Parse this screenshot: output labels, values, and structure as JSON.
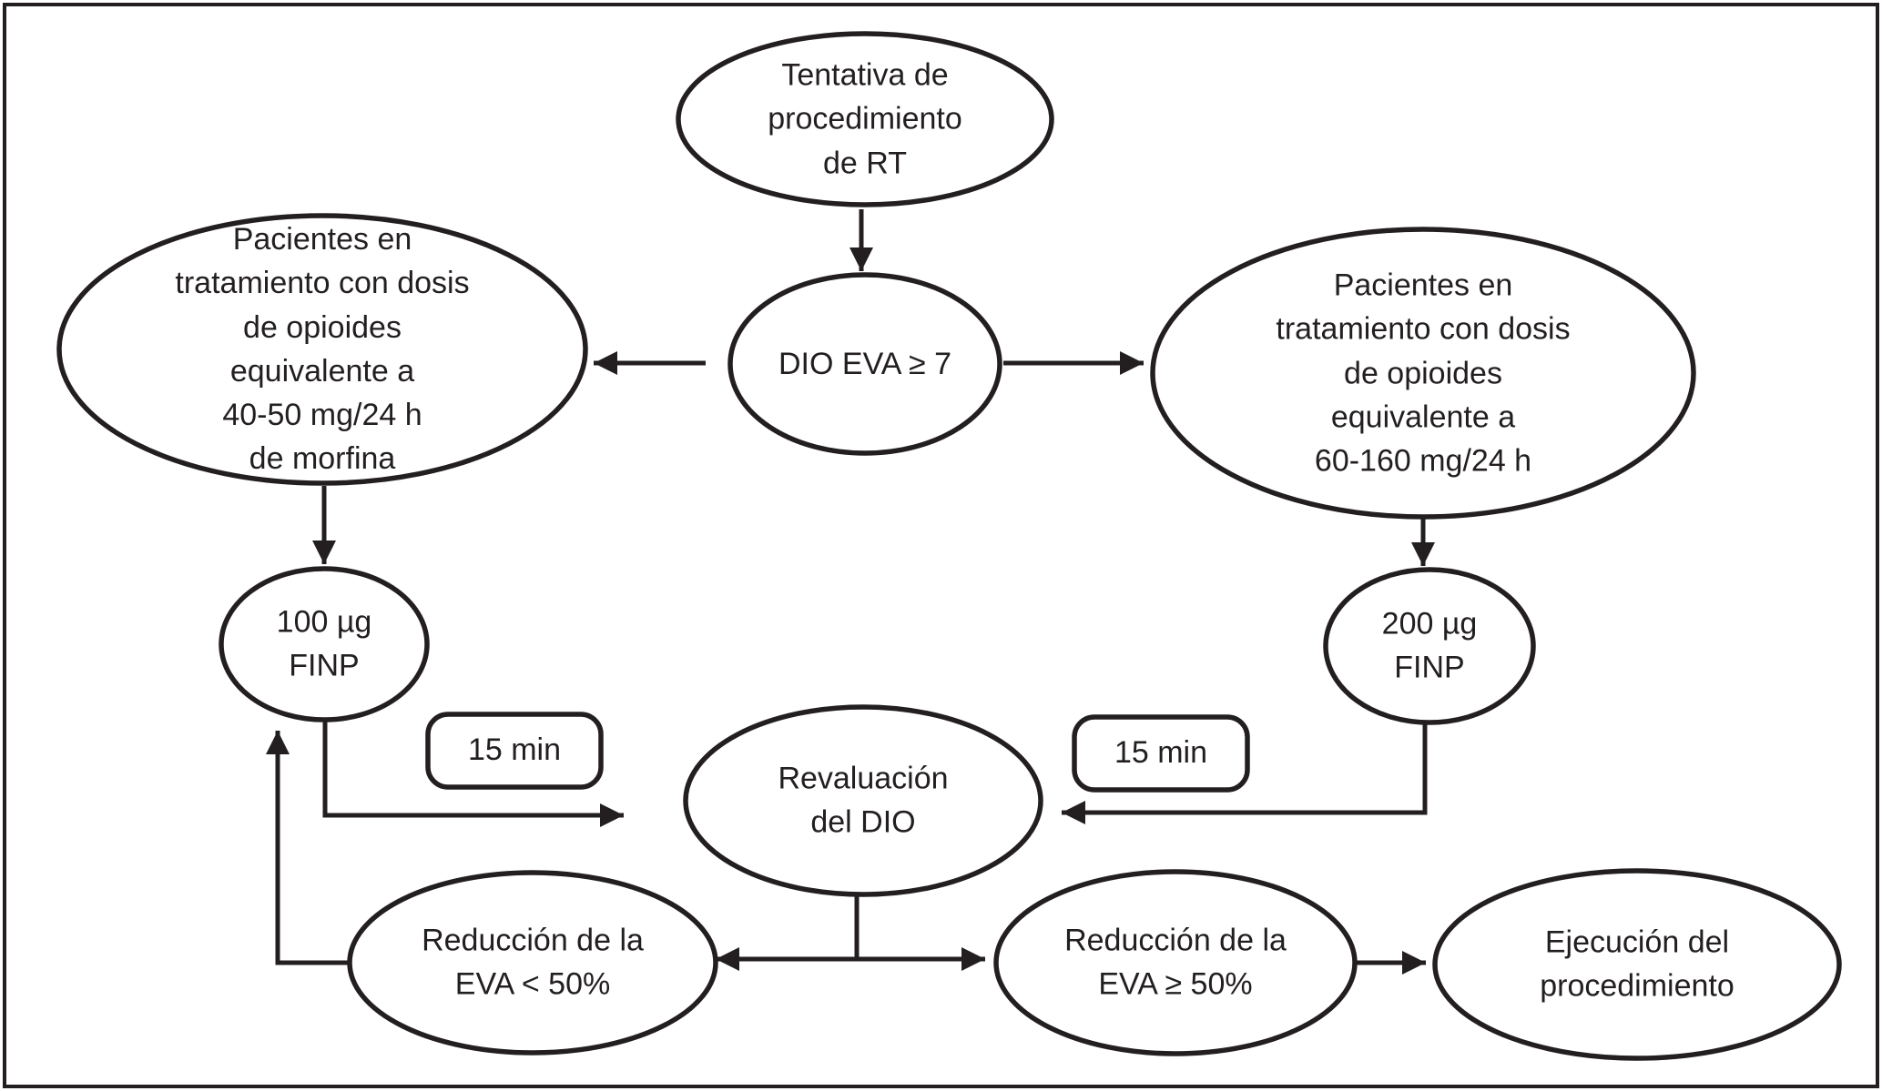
{
  "colors": {
    "stroke": "#231f20",
    "text": "#231f20",
    "node_fill": "#ffffff",
    "highlight_fill": "#e5e5e5",
    "background": "#ffffff"
  },
  "nodes": {
    "tentativa": {
      "label": "Tentativa de\nprocedimiento\nde RT"
    },
    "dio": {
      "label": "DIO EVA ≥ 7"
    },
    "pacientes_izq": {
      "label": "Pacientes en\ntratamiento con dosis\nde opioides\nequivalente a\n40-50 mg/24 h\nde morfina"
    },
    "pacientes_der": {
      "label": "Pacientes en\ntratamiento con dosis\nde opioides\nequivalente a\n60-160 mg/24 h"
    },
    "finp100": {
      "label": "100 µg\nFINP"
    },
    "finp200": {
      "label": "200 µg\nFINP"
    },
    "delay_izq": {
      "label": "15 min"
    },
    "delay_der": {
      "label": "15 min"
    },
    "revaluacion": {
      "label": "Revaluación\ndel DIO"
    },
    "eva_menor": {
      "label": "Reducción de la\nEVA < 50%"
    },
    "eva_mayor": {
      "label": "Reducción de la\nEVA ≥ 50%"
    },
    "ejecucion": {
      "label": "Ejecución del\nprocedimiento"
    }
  }
}
